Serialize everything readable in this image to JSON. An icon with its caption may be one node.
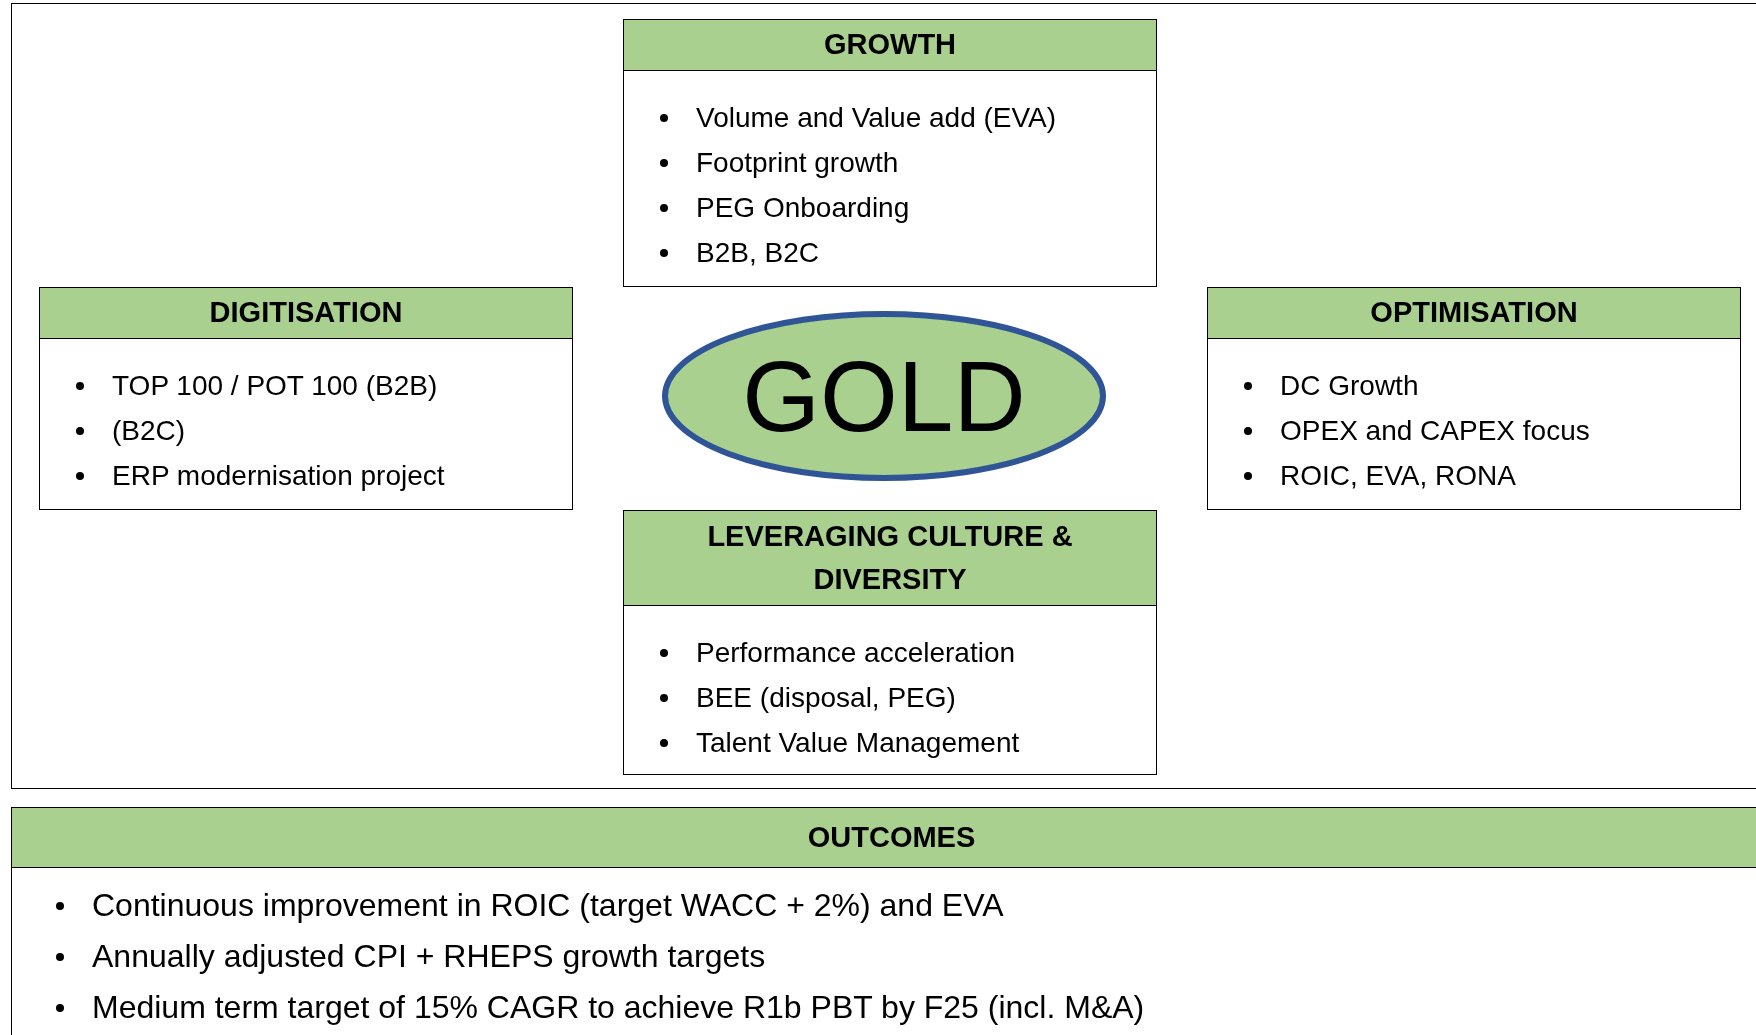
{
  "diagram": {
    "nodes": [
      {
        "text": [
          "GROWTH",
          "Volume and Value add (EVA)",
          "Footprint growth",
          "PEG Onboarding",
          "B2B, B2C"
        ]
      },
      {
        "text": [
          "DIGITISATION",
          "TOP 100 / POT 100 (B2B)",
          "(B2C)",
          "ERP modernisation project"
        ]
      },
      {
        "text": [
          "GOLD"
        ]
      },
      {
        "text": [
          "OPTIMISATION",
          "DC Growth",
          "OPEX and CAPEX focus",
          "ROIC, EVA, RONA"
        ]
      },
      {
        "text": [
          "LEVERAGING CULTURE & DIVERSITY",
          "Performance acceleration",
          "BEE (disposal, PEG)",
          "Talent Value Management"
        ]
      },
      {
        "text": [
          "OUTCOMES",
          "Continuous improvement in ROIC (target WACC + 2%) and EVA",
          "Annually adjusted CPI + RHEPS growth targets",
          "Medium term target of 15% CAGR to achieve R1b PBT by F25 (incl. M&A)"
        ]
      }
    ]
  }
}
